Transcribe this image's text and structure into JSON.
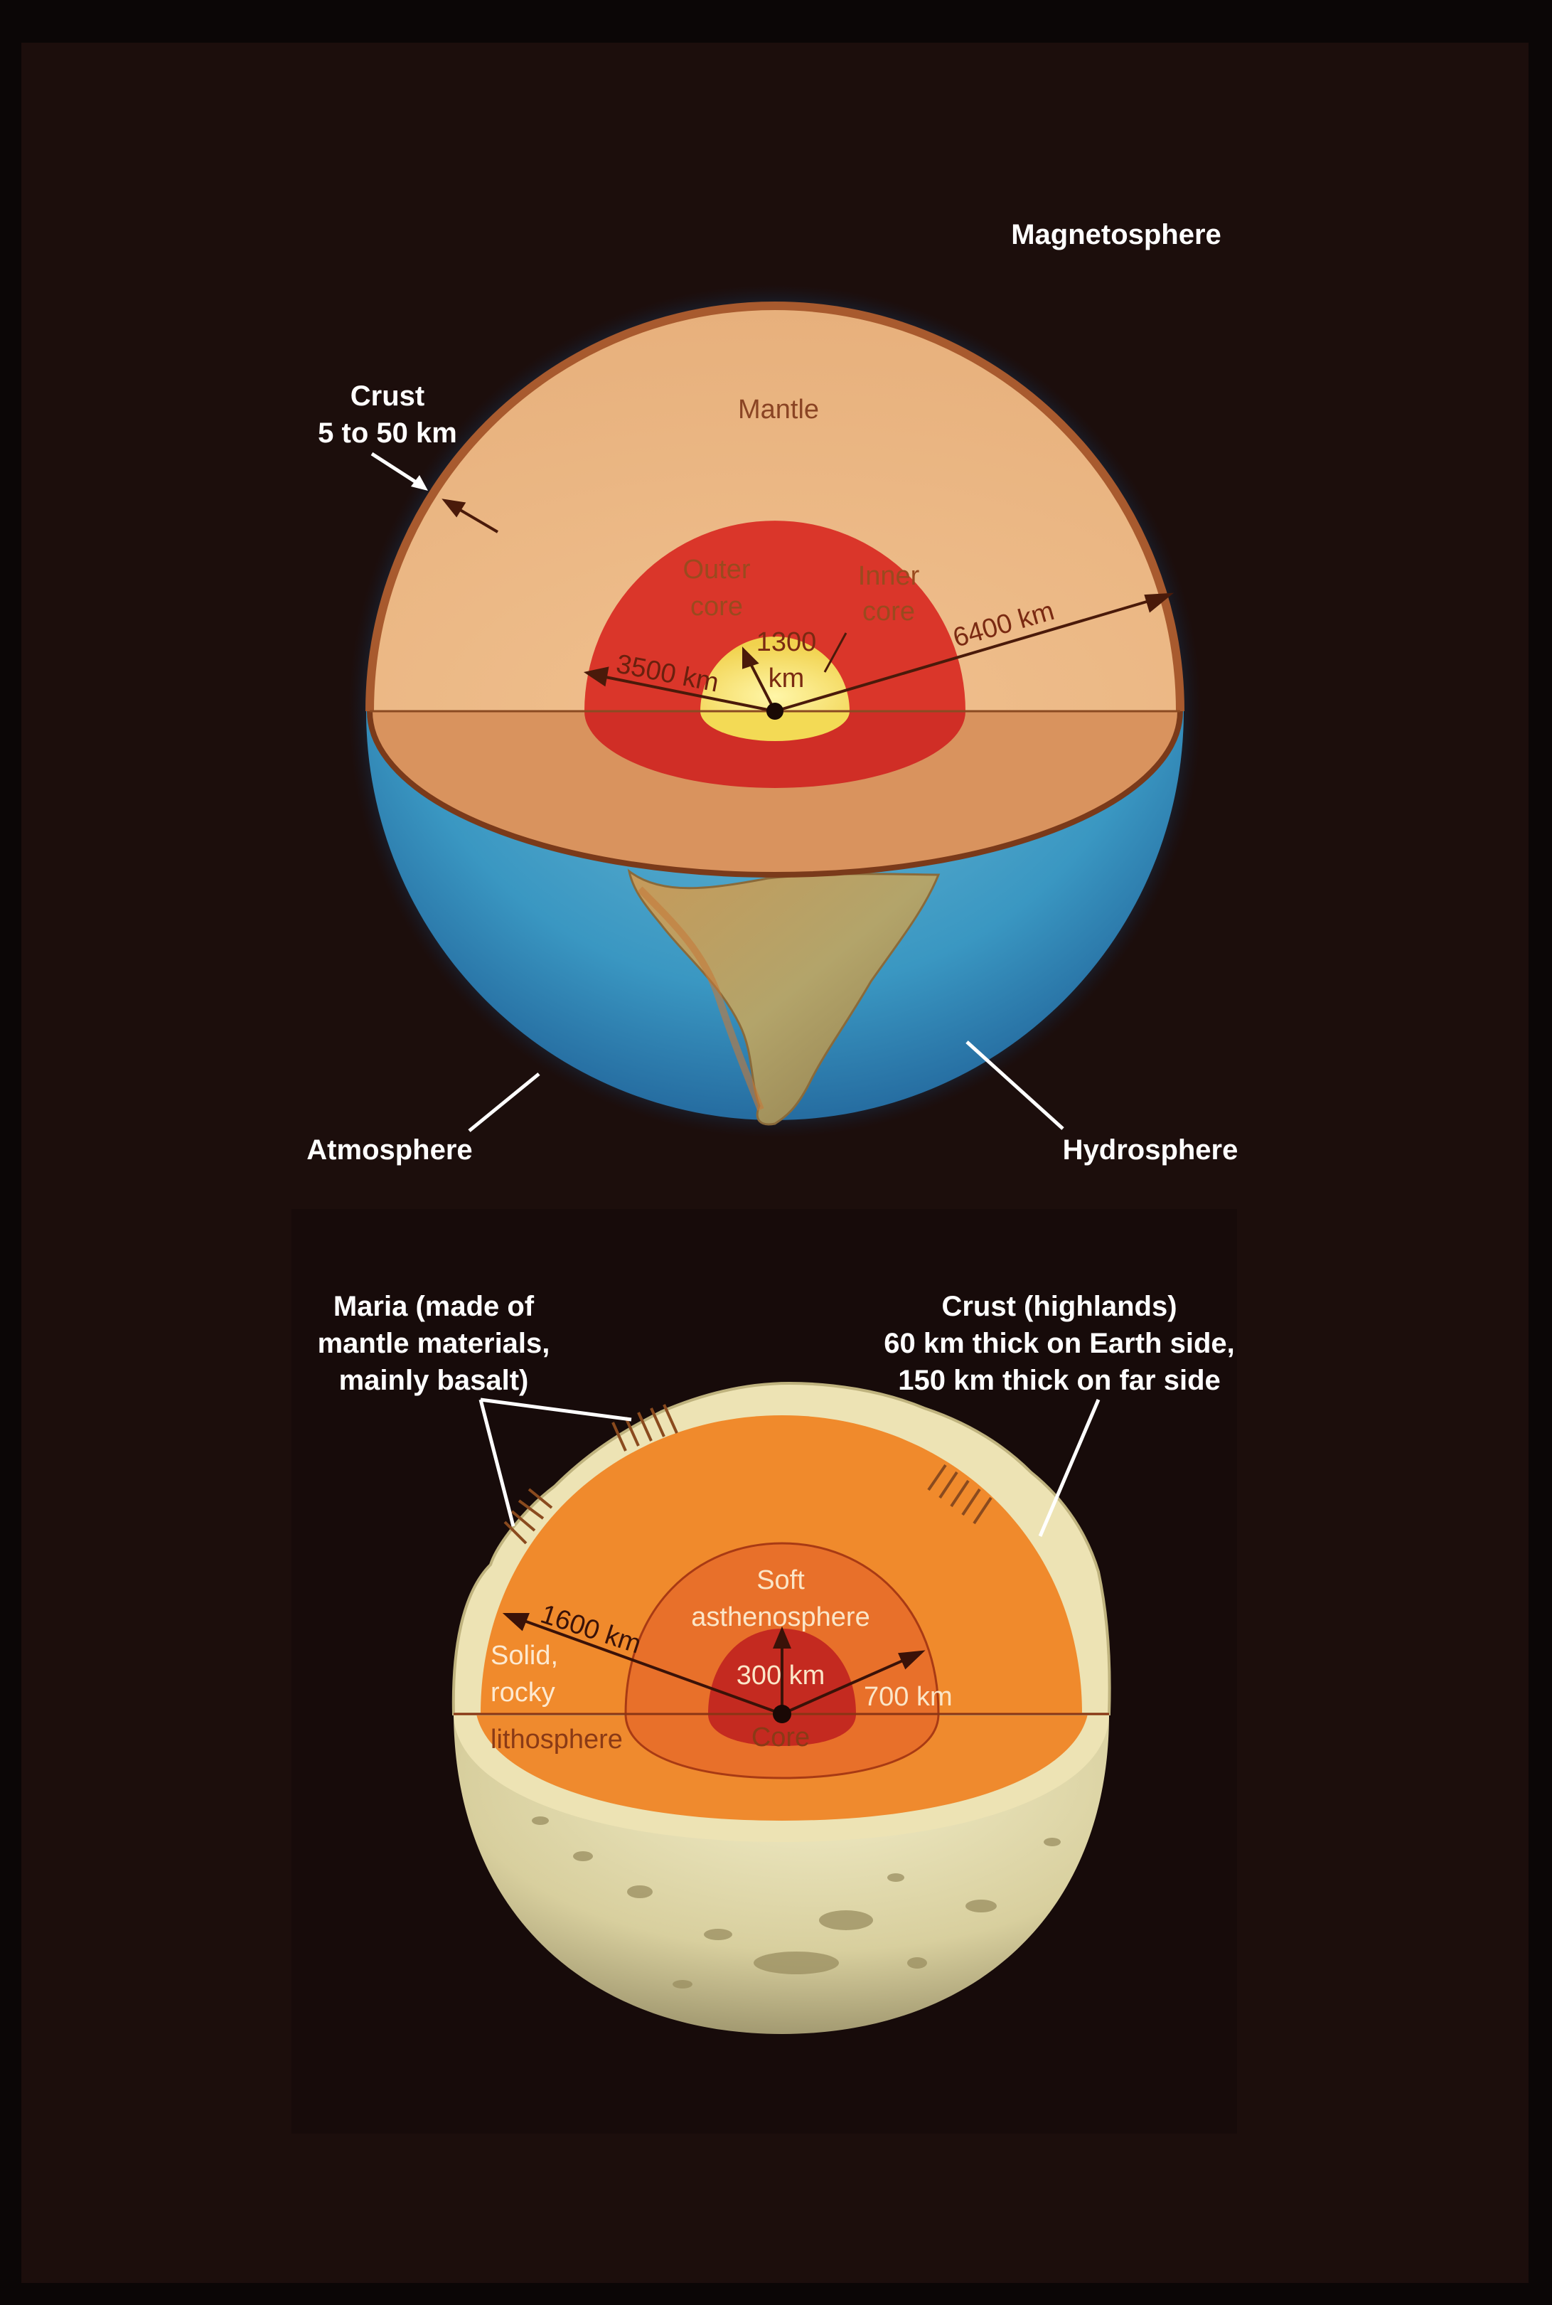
{
  "earth": {
    "magnetosphere": "Magnetosphere",
    "crust_title": "Crust",
    "crust_thickness": "5 to 50 km",
    "mantle": "Mantle",
    "outer_core_line1": "Outer",
    "outer_core_line2": "core",
    "inner_core_line1": "Inner",
    "inner_core_line2": "core",
    "radius_total": "6400 km",
    "radius_outer_core": "3500 km",
    "radius_inner_core_line1": "1300",
    "radius_inner_core_line2": "km",
    "atmosphere": "Atmosphere",
    "hydrosphere": "Hydrosphere"
  },
  "moon": {
    "maria_line1": "Maria (made of",
    "maria_line2": "mantle materials,",
    "maria_line3": "mainly basalt)",
    "crust_line1": "Crust (highlands)",
    "crust_line2": "60 km thick on Earth side,",
    "crust_line3": "150 km thick on far side",
    "asthenosphere_line1": "Soft",
    "asthenosphere_line2": "asthenosphere",
    "lithosphere_line1": "Solid,",
    "lithosphere_line2": "rocky",
    "lithosphere_line3": "lithosphere",
    "core": "Core",
    "radius_total": "1600 km",
    "radius_core": "300 km",
    "radius_asthenosphere": "700 km"
  },
  "colors": {
    "background": "#0b0606",
    "panel": "#1c0e0c",
    "earth_mantle": "#e9b27f",
    "earth_outer_core": "#d9352a",
    "earth_inner_core": "#f7e36a",
    "ocean_blue": "#3f9ec4",
    "moon_mantle": "#f0882c",
    "moon_asthenosphere": "#e4662a",
    "moon_core": "#c2281f",
    "moon_surface": "#dcd4a4",
    "label_white": "#ffffff",
    "label_brown": "#7a3a1a"
  }
}
